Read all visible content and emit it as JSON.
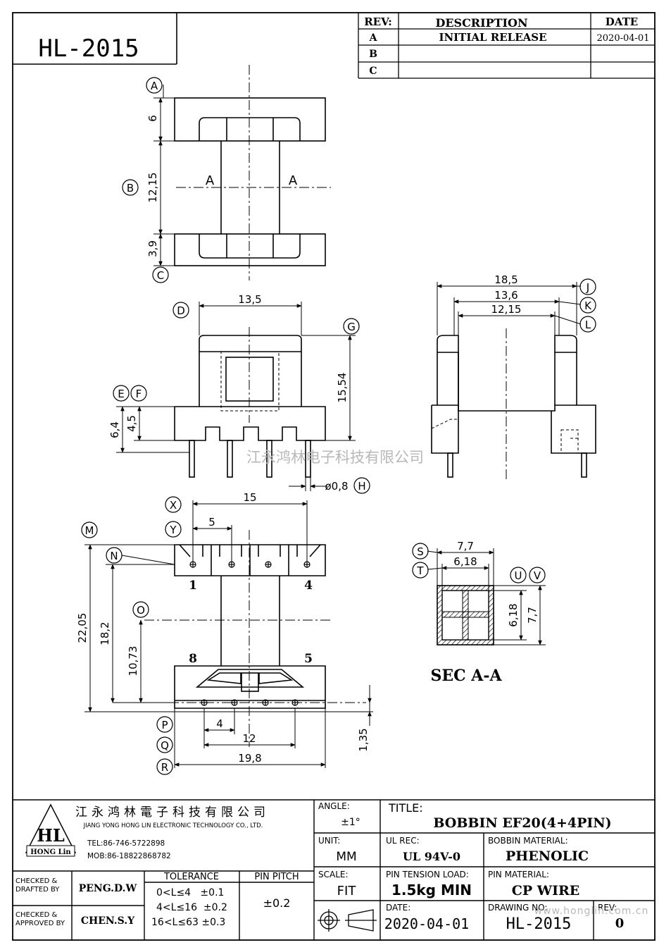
{
  "part_number": "HL-2015",
  "revision_table": {
    "headers": [
      "REV:",
      "DESCRIPTION",
      "DATE"
    ],
    "rows": [
      {
        "rev": "A",
        "description": "INITIAL  RELEASE",
        "date": "2020-04-01"
      },
      {
        "rev": "B",
        "description": "",
        "date": ""
      },
      {
        "rev": "C",
        "description": "",
        "date": ""
      }
    ]
  },
  "top_view": {
    "callouts": [
      "A",
      "B",
      "C"
    ],
    "dims": {
      "flange_top": "6",
      "winding": "12,15",
      "flange_bottom": "3,9"
    },
    "section_marks": [
      "A",
      "A"
    ]
  },
  "front_view": {
    "callouts": [
      "D",
      "E",
      "F",
      "G",
      "H"
    ],
    "dims": {
      "width": "13,5",
      "height": "15,54",
      "base_height": "6,4",
      "step_height": "4,5",
      "pin_dia": "ø0,8"
    }
  },
  "side_view": {
    "callouts": [
      "J",
      "K",
      "L"
    ],
    "dims": {
      "overall": "18,5",
      "mid": "13,6",
      "inner": "12,15"
    }
  },
  "bottom_view": {
    "callouts": [
      "X",
      "Y",
      "M",
      "N",
      "O",
      "P",
      "Q",
      "R"
    ],
    "dims": {
      "row_span": "15",
      "pitch_top": "5",
      "overall_len": "22,05",
      "inner_len": "18,2",
      "center_len": "10,73",
      "pitch_bottom": "4",
      "span_bottom": "12",
      "overall_width": "19,8",
      "offset": "1,35"
    },
    "pin_numbers": {
      "p1": "1",
      "p4": "4",
      "p8": "8",
      "p5": "5"
    }
  },
  "section": {
    "title": "SEC A-A",
    "callouts": [
      "S",
      "T",
      "U",
      "V"
    ],
    "dims": {
      "outer_w": "7,7",
      "inner_w": "6,18",
      "inner_h": "6,18",
      "outer_h": "7,7"
    }
  },
  "watermark": "江永鸿林电子科技有限公司",
  "title_block": {
    "company_cn": "江永鸿林電子科技有限公司",
    "company_en": "JIANG YONG HONG LIN ELECTRONIC TECHNOLOGY CO., LTD.",
    "logo_text": "HL",
    "logo_sub": "HONG Lin",
    "tel": "TEL:86-746-5722898",
    "mob": "MOB:86-18822868782",
    "angle_label": "ANGLE:",
    "angle_value": "±1°",
    "title_label": "TITLE:",
    "title_value": "BOBBIN   EF20(4+4PIN)",
    "unit_label": "UNIT:",
    "unit_value": "MM",
    "ul_label": "UL REC:",
    "ul_value": "UL 94V-0",
    "material_label": "BOBBIN MATERIAL:",
    "material_value": "PHENOLIC",
    "checked_label": [
      "CHECKED &",
      "DRAFTED BY"
    ],
    "checked_value": "PENG.D.W",
    "approved_label": [
      "CHECKED &",
      "APPROVED BY"
    ],
    "approved_value": "CHEN.S.Y",
    "tolerance_label": "TOLERANCE",
    "tolerance_rows": [
      "0<L≤4   ±0.1",
      "4<L≤16  ±0.2",
      "16<L≤63 ±0.3"
    ],
    "pin_pitch_label": "PIN PITCH",
    "pin_pitch_value": "±0.2",
    "scale_label": "SCALE:",
    "scale_value": "FIT",
    "tension_label": "PIN TENSION LOAD:",
    "tension_value": "1.5kg MIN",
    "pin_material_label": "PIN MATERIAL:",
    "pin_material_value": "CP WIRE",
    "date_label": "DATE:",
    "date_value": "2020-04-01",
    "drawing_label": "DRAWING NO:",
    "drawing_value": "HL-2015",
    "rev_label": "REV:",
    "rev_value": "0",
    "web": "www.honglin.com.cn"
  }
}
